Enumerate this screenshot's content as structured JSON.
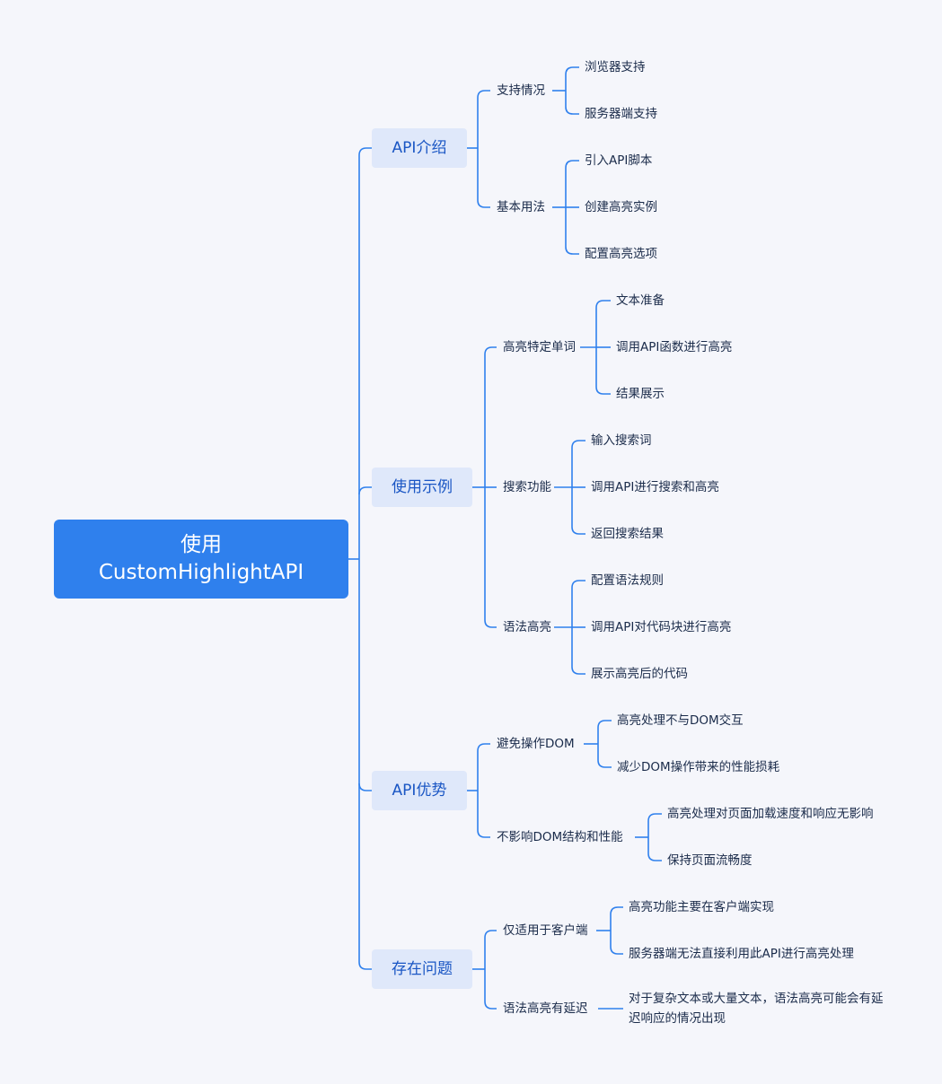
{
  "root": {
    "line1": "使用",
    "line2": "CustomHighlightAPI"
  },
  "colors": {
    "accent": "#2f80ed",
    "branch_bg": "#dfe8fa",
    "branch_text": "#1a56c4",
    "line": "#2f80ed",
    "background": "#f5f6fb"
  },
  "branches": [
    {
      "label": "API介绍",
      "children": [
        {
          "label": "支持情况",
          "children": [
            "浏览器支持",
            "服务器端支持"
          ]
        },
        {
          "label": "基本用法",
          "children": [
            "引入API脚本",
            "创建高亮实例",
            "配置高亮选项"
          ]
        }
      ]
    },
    {
      "label": "使用示例",
      "children": [
        {
          "label": "高亮特定单词",
          "children": [
            "文本准备",
            "调用API函数进行高亮",
            "结果展示"
          ]
        },
        {
          "label": "搜索功能",
          "children": [
            "输入搜索词",
            "调用API进行搜索和高亮",
            "返回搜索结果"
          ]
        },
        {
          "label": "语法高亮",
          "children": [
            "配置语法规则",
            "调用API对代码块进行高亮",
            "展示高亮后的代码"
          ]
        }
      ]
    },
    {
      "label": "API优势",
      "children": [
        {
          "label": "避免操作DOM",
          "children": [
            "高亮处理不与DOM交互",
            "减少DOM操作带来的性能损耗"
          ]
        },
        {
          "label": "不影响DOM结构和性能",
          "children": [
            "高亮处理对页面加载速度和响应无影响",
            "保持页面流畅度"
          ]
        }
      ]
    },
    {
      "label": "存在问题",
      "children": [
        {
          "label": "仅适用于客户端",
          "children": [
            "高亮功能主要在客户端实现",
            "服务器端无法直接利用此API进行高亮处理"
          ]
        },
        {
          "label": "语法高亮有延迟",
          "children": [
            "对于复杂文本或大量文本，语法高亮可能会有延迟响应的情况出现"
          ]
        }
      ]
    }
  ]
}
